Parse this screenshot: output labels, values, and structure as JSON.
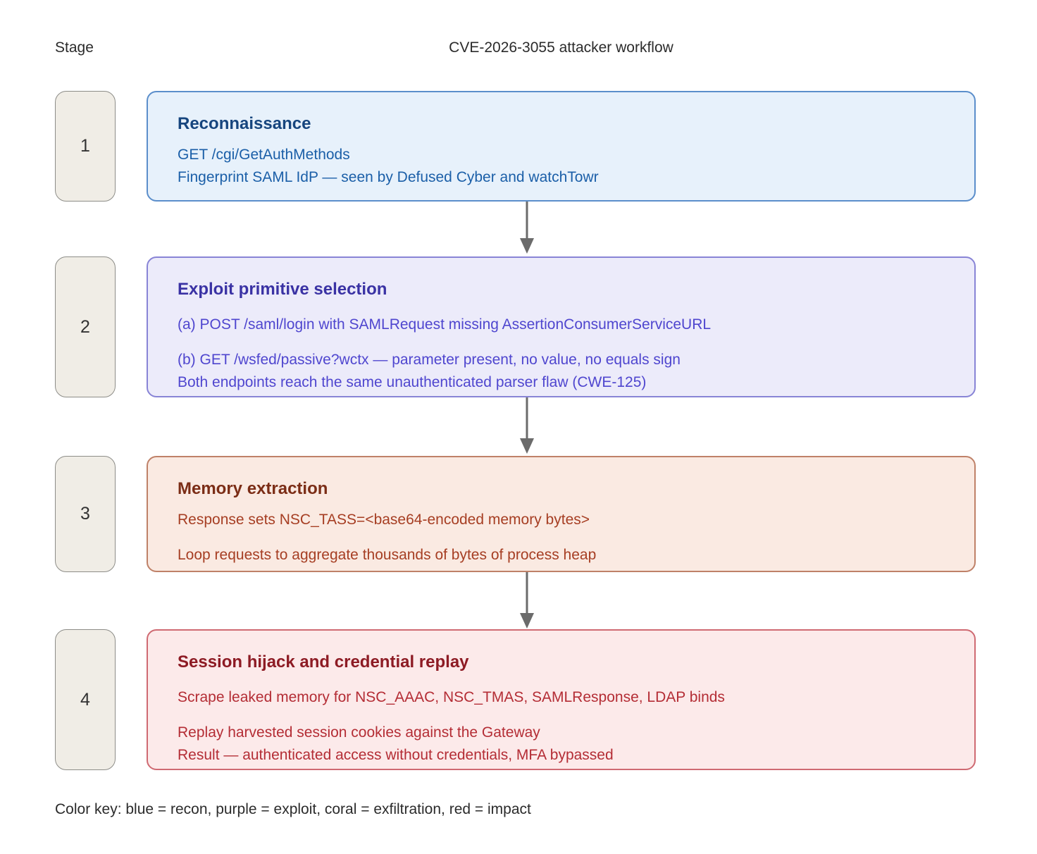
{
  "header": {
    "stage_label": "Stage",
    "title": "CVE-2026-3055 attacker workflow"
  },
  "stages": [
    {
      "number": "1",
      "color_key": "blue",
      "title": "Reconnaissance",
      "lines": [
        "GET /cgi/GetAuthMethods",
        "Fingerprint SAML IdP — seen by Defused Cyber and watchTowr"
      ]
    },
    {
      "number": "2",
      "color_key": "purple",
      "title": "Exploit primitive selection",
      "lines": [
        "(a) POST /saml/login with SAMLRequest missing AssertionConsumerServiceURL",
        "(b) GET /wsfed/passive?wctx — parameter present, no value, no equals sign",
        "Both endpoints reach the same unauthenticated parser flaw (CWE-125)"
      ]
    },
    {
      "number": "3",
      "color_key": "coral",
      "title": "Memory extraction",
      "lines": [
        "Response sets NSC_TASS=<base64-encoded memory bytes>",
        "Loop requests to aggregate thousands of bytes of process heap"
      ]
    },
    {
      "number": "4",
      "color_key": "red",
      "title": "Session hijack and credential replay",
      "lines": [
        "Scrape leaked memory for NSC_AAAC, NSC_TMAS, SAMLResponse, LDAP binds",
        "Replay harvested session cookies against the Gateway",
        "Result — authenticated access without credentials, MFA bypassed"
      ]
    }
  ],
  "footer": {
    "color_key_text": "Color key: blue = recon, purple = exploit, coral = exfiltration, red = impact"
  },
  "colors": {
    "blue_fill": "#e7f1fb",
    "blue_border": "#5b8ecb",
    "blue_title": "#16457e",
    "blue_text": "#1b5fa8",
    "purple_fill": "#ecebfa",
    "purple_border": "#8884d6",
    "purple_title": "#3a32a4",
    "purple_text": "#4f46cf",
    "coral_fill": "#faeae2",
    "coral_border": "#bf8168",
    "coral_title": "#7b2d16",
    "coral_text": "#a63e23",
    "red_fill": "#fceaea",
    "red_border": "#cf6a72",
    "red_title": "#8d1b24",
    "red_text": "#b42d35",
    "badge_fill": "#f0ede6",
    "badge_border": "#8d8d88",
    "arrow": "#6b6b6b",
    "background": "#ffffff"
  }
}
